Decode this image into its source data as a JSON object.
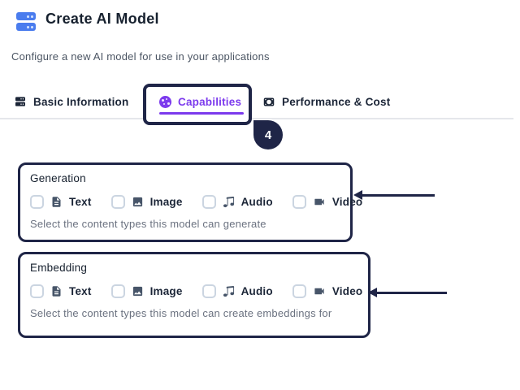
{
  "header": {
    "title": "Create AI Model",
    "subtitle": "Configure a new AI model for use in your applications",
    "icon": "model-stack-icon"
  },
  "tabs": [
    {
      "label": "Basic Information",
      "icon": "server-icon",
      "active": false
    },
    {
      "label": "Capabilities",
      "icon": "sparkle-circle-icon",
      "active": true
    },
    {
      "label": "Performance & Cost",
      "icon": "cost-camera-icon",
      "active": false
    }
  ],
  "annotation": {
    "step_badge": "4",
    "highlight_color": "#1f2547",
    "arrow_count": 2
  },
  "sections": [
    {
      "title": "Generation",
      "helper": "Select the content types this model can generate",
      "options": [
        {
          "label": "Text",
          "icon": "document-icon",
          "checked": false
        },
        {
          "label": "Image",
          "icon": "image-icon",
          "checked": false
        },
        {
          "label": "Audio",
          "icon": "music-note-icon",
          "checked": false
        },
        {
          "label": "Video",
          "icon": "videocam-icon",
          "checked": false
        }
      ]
    },
    {
      "title": "Embedding",
      "helper": "Select the content types this model can create embeddings for",
      "options": [
        {
          "label": "Text",
          "icon": "document-icon",
          "checked": false
        },
        {
          "label": "Image",
          "icon": "image-icon",
          "checked": false
        },
        {
          "label": "Audio",
          "icon": "music-note-icon",
          "checked": false
        },
        {
          "label": "Video",
          "icon": "videocam-icon",
          "checked": false
        }
      ]
    }
  ],
  "colors": {
    "accent_blue": "#4a7cee",
    "accent_purple": "#7c3aed",
    "annotation_navy": "#1f2547",
    "divider_gray": "#e5e7eb",
    "text_dark": "#16202e",
    "text_gray": "#4b5563",
    "helper_gray": "#6b7280",
    "icon_slate": "#475569",
    "checkbox_border": "#cbd5e1"
  }
}
